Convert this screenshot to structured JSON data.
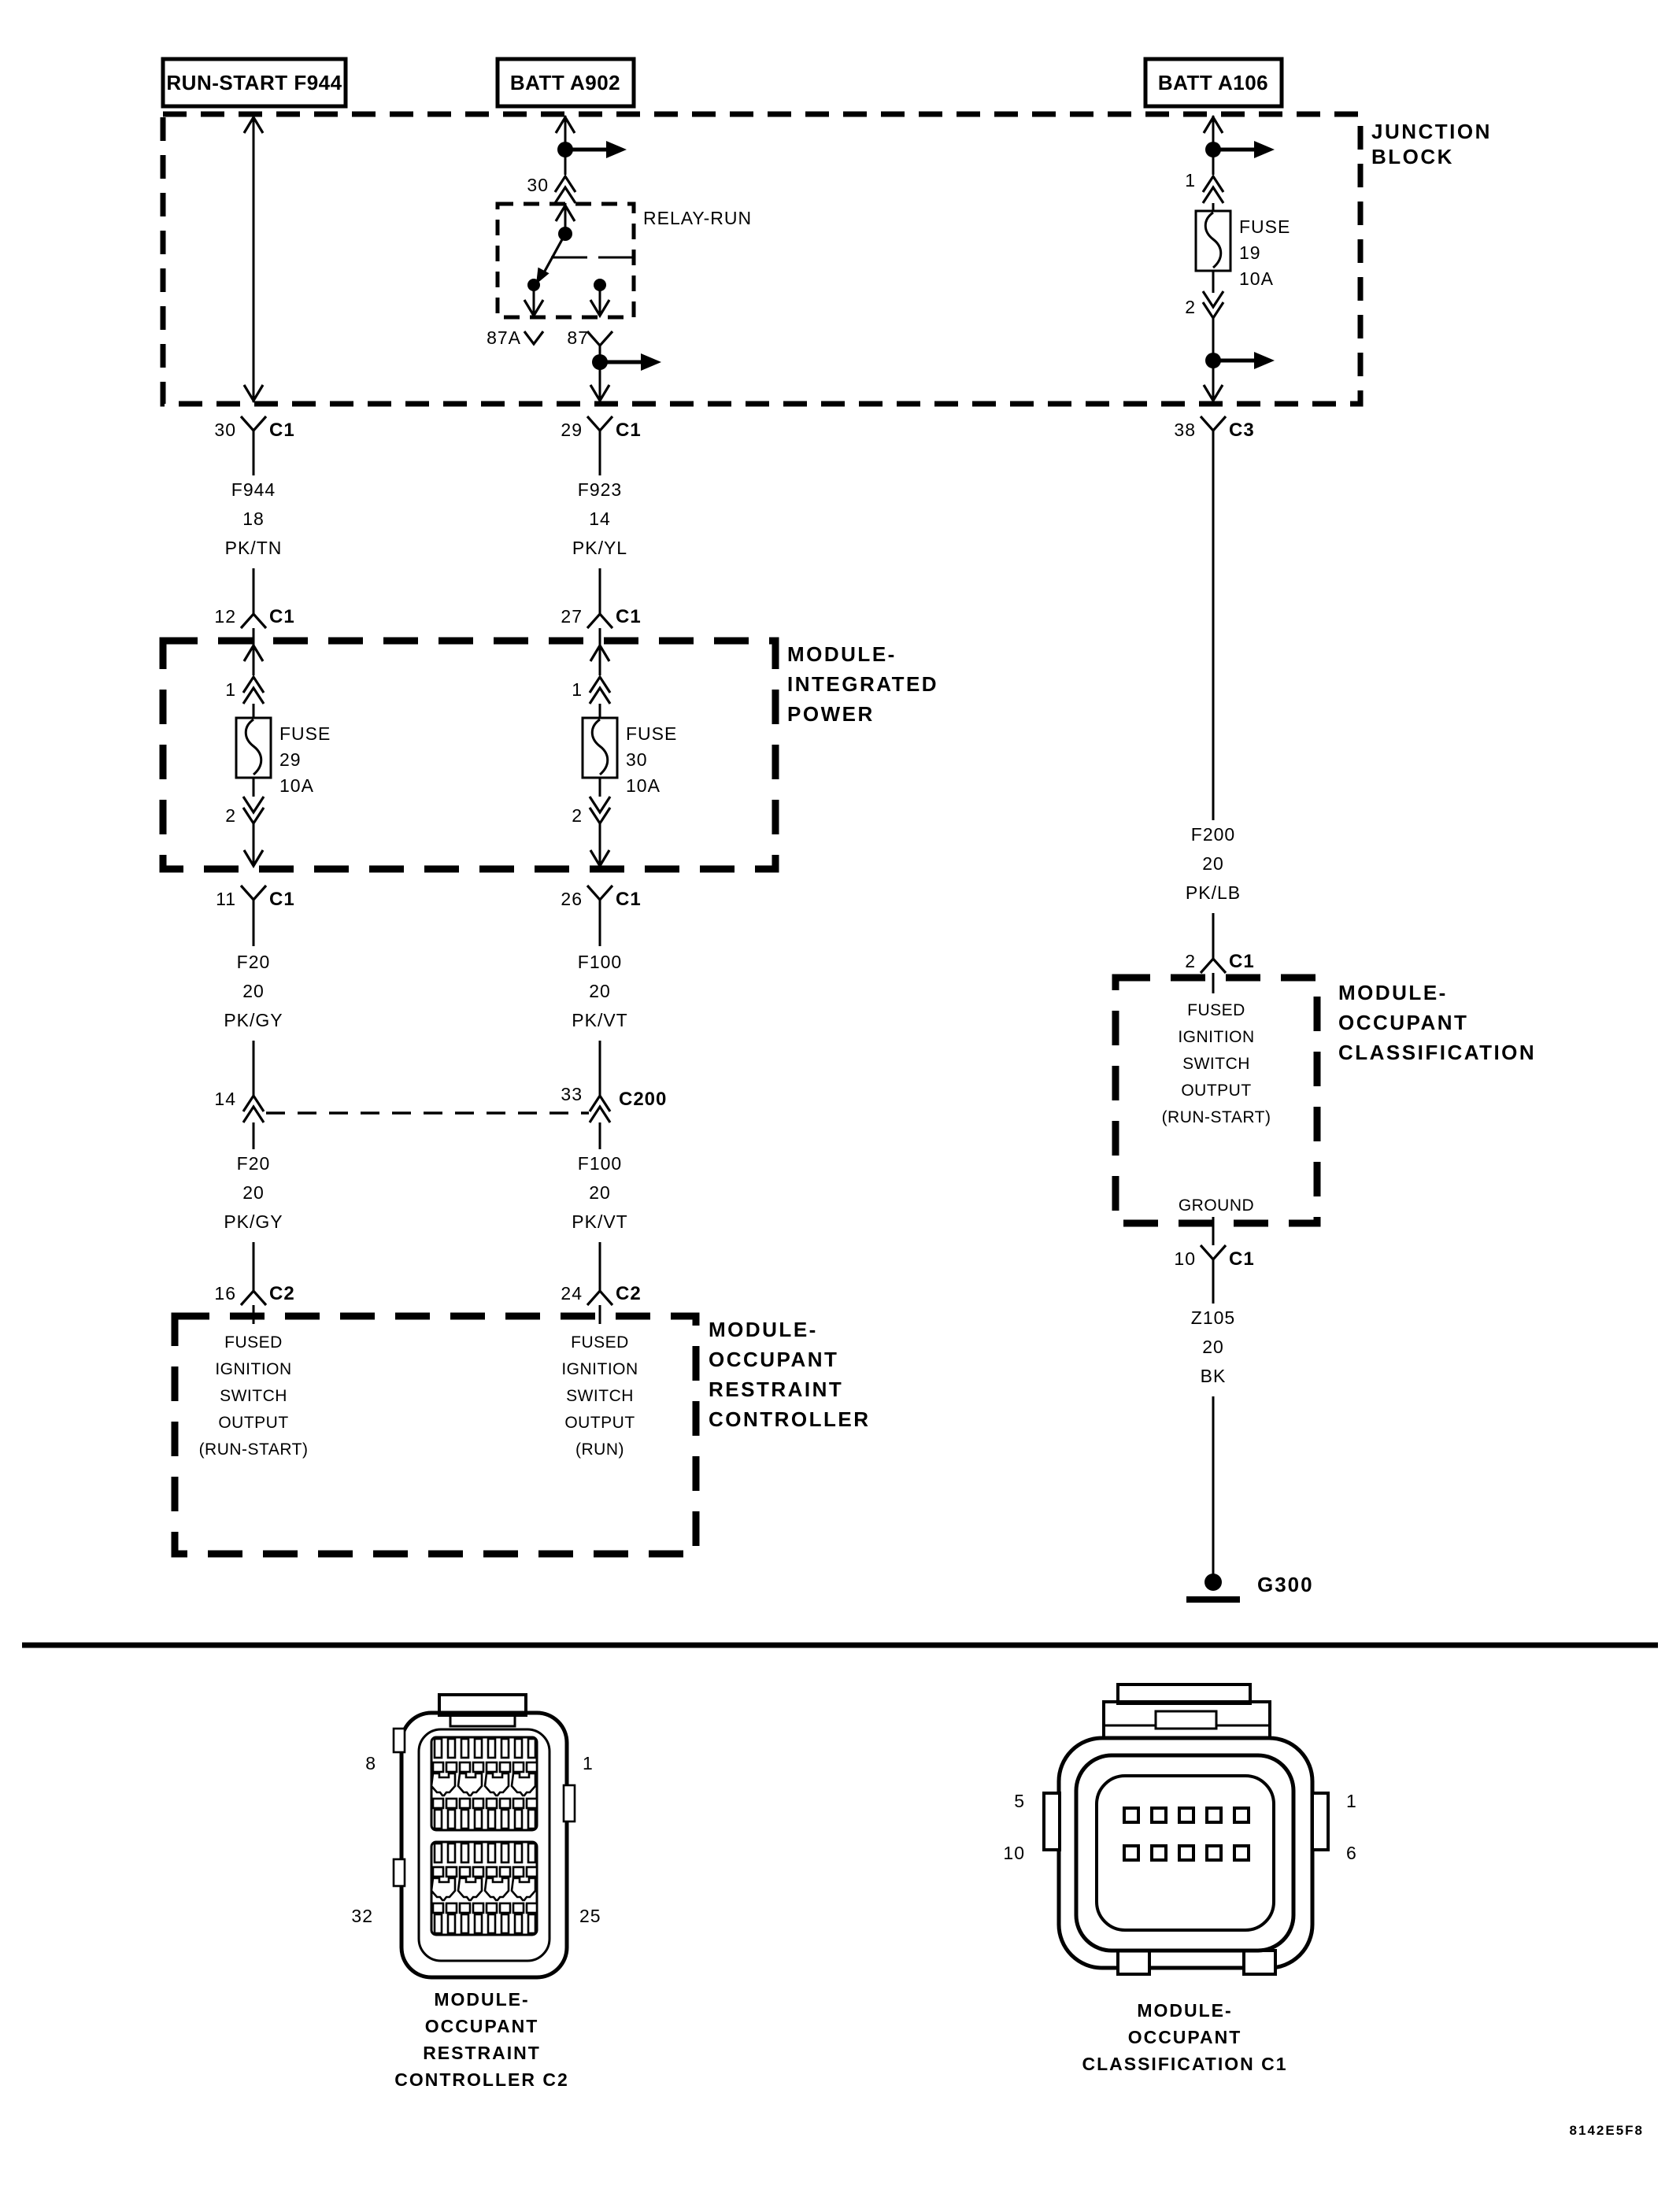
{
  "colors": {
    "ink": "#000000",
    "paper": "#ffffff"
  },
  "code": "8142E5F8",
  "sources": {
    "a": "RUN-START F944",
    "b": "BATT A902",
    "c": "BATT A106"
  },
  "jb": {
    "label1": "JUNCTION",
    "label2": "BLOCK"
  },
  "relay": {
    "name": "RELAY-RUN",
    "pin30": "30",
    "pin87a": "87A",
    "pin87": "87"
  },
  "fuses": {
    "f19": {
      "t": "FUSE",
      "n": "19",
      "a": "10A",
      "p1": "1",
      "p2": "2"
    },
    "f29": {
      "t": "FUSE",
      "n": "29",
      "a": "10A",
      "p1": "1",
      "p2": "2"
    },
    "f30": {
      "t": "FUSE",
      "n": "30",
      "a": "10A",
      "p1": "1",
      "p2": "2"
    }
  },
  "conns": {
    "a_jb": {
      "pin": "30",
      "name": "C1"
    },
    "b_jb": {
      "pin": "29",
      "name": "C1"
    },
    "c_jb": {
      "pin": "38",
      "name": "C3"
    },
    "a_mip_in": {
      "pin": "12",
      "name": "C1"
    },
    "b_mip_in": {
      "pin": "27",
      "name": "C1"
    },
    "a_mip_out": {
      "pin": "11",
      "name": "C1"
    },
    "b_mip_out": {
      "pin": "26",
      "name": "C1"
    },
    "c200": {
      "pin_a": "14",
      "pin_b": "33",
      "name": "C200"
    },
    "a_morc": {
      "pin": "16",
      "name": "C2"
    },
    "b_morc": {
      "pin": "24",
      "name": "C2"
    },
    "c_moc_in": {
      "pin": "2",
      "name": "C1"
    },
    "c_moc_out": {
      "pin": "10",
      "name": "C1"
    }
  },
  "wires": {
    "f944": [
      "F944",
      "18",
      "PK/TN"
    ],
    "f923": [
      "F923",
      "14",
      "PK/YL"
    ],
    "f20_1": [
      "F20",
      "20",
      "PK/GY"
    ],
    "f100_1": [
      "F100",
      "20",
      "PK/VT"
    ],
    "f20_2": [
      "F20",
      "20",
      "PK/GY"
    ],
    "f100_2": [
      "F100",
      "20",
      "PK/VT"
    ],
    "f200": [
      "F200",
      "20",
      "PK/LB"
    ],
    "z105": [
      "Z105",
      "20",
      "BK"
    ]
  },
  "mip": {
    "l1": "MODULE-",
    "l2": "INTEGRATED",
    "l3": "POWER"
  },
  "morc": {
    "l1": "MODULE-",
    "l2": "OCCUPANT",
    "l3": "RESTRAINT",
    "l4": "CONTROLLER",
    "left": [
      "FUSED",
      "IGNITION",
      "SWITCH",
      "OUTPUT",
      "(RUN-START)"
    ],
    "right": [
      "FUSED",
      "IGNITION",
      "SWITCH",
      "OUTPUT",
      "(RUN)"
    ]
  },
  "moc": {
    "l1": "MODULE-",
    "l2": "OCCUPANT",
    "l3": "CLASSIFICATION",
    "text": [
      "FUSED",
      "IGNITION",
      "SWITCH",
      "OUTPUT",
      "(RUN-START)"
    ],
    "ground": "GROUND"
  },
  "g300": "G300",
  "views": {
    "c2": {
      "p_tl": "8",
      "p_tr": "1",
      "p_bl": "32",
      "p_br": "25",
      "cap": [
        "MODULE-",
        "OCCUPANT",
        "RESTRAINT",
        "CONTROLLER C2"
      ]
    },
    "c1": {
      "p_tl": "5",
      "p_bl": "10",
      "p_tr": "1",
      "p_br": "6",
      "cap": [
        "MODULE-",
        "OCCUPANT",
        "CLASSIFICATION C1"
      ]
    }
  }
}
